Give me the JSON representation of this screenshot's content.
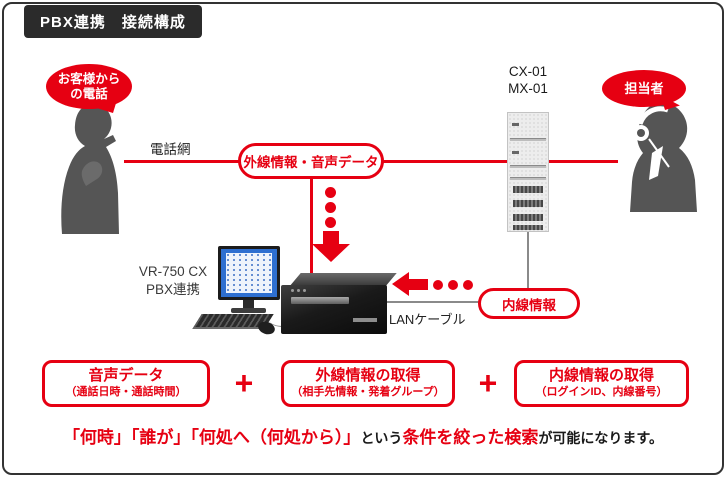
{
  "colors": {
    "accent_red": "#e60012",
    "title_bg": "#2b2b2b",
    "frame_border": "#333333",
    "silhouette_gray": "#555555",
    "line_gray": "#8a8a8a"
  },
  "header": {
    "title": "PBX連携　接続構成"
  },
  "diagram": {
    "customer_bubble": {
      "line1": "お客様から",
      "line2": "の電話"
    },
    "phone_network_label": "電話網",
    "outside_pill_label": "外線情報・音声データ",
    "pbx_model": {
      "line1": "CX-01",
      "line2": "MX-01"
    },
    "agent_bubble_label": "担当者",
    "server_label": {
      "line1": "VR-750 CX",
      "line2": "PBX連携"
    },
    "lan_cable_label": "LANケーブル",
    "extension_pill_label": "内線情報"
  },
  "summary": {
    "plus_label": "+",
    "boxes": [
      {
        "title": "音声データ",
        "subtitle": "（通話日時・通話時間）"
      },
      {
        "title": "外線情報の取得",
        "subtitle": "（相手先情報・発着グループ）"
      },
      {
        "title": "内線情報の取得",
        "subtitle": "（ログインID、内線番号）"
      }
    ],
    "note": {
      "part1": "「何時」「誰が」「何処へ（何処から）」",
      "part2": "という",
      "part3": "条件を絞った検索",
      "part4": "が可能になります。"
    }
  }
}
